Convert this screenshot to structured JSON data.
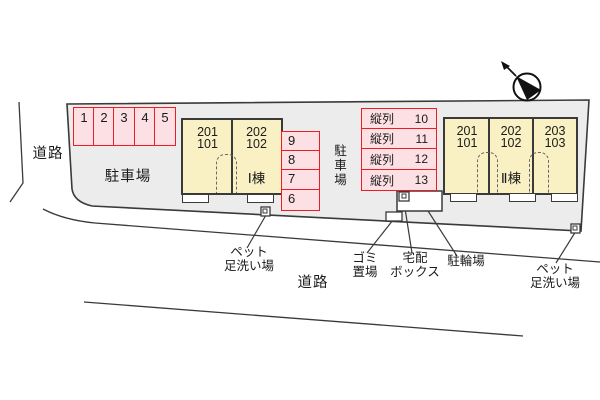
{
  "site": {
    "title": "apartment site plan",
    "roads": {
      "left": "道路",
      "bottom": "道路"
    },
    "parking_lot_label_left": "駐車場",
    "parking_lot_label_middle": "駐車場",
    "front_spaces": [
      "1",
      "2",
      "3",
      "4",
      "5"
    ],
    "column_spaces": [
      "9",
      "8",
      "7",
      "6"
    ],
    "tandem_spaces": [
      {
        "label": "縦列",
        "num": "10"
      },
      {
        "label": "縦列",
        "num": "11"
      },
      {
        "label": "縦列",
        "num": "12"
      },
      {
        "label": "縦列",
        "num": "13"
      }
    ],
    "building1": {
      "name": "Ⅰ棟",
      "units": [
        [
          "201",
          "101"
        ],
        [
          "202",
          "102"
        ]
      ]
    },
    "building2": {
      "name": "Ⅱ棟",
      "units": [
        [
          "201",
          "101"
        ],
        [
          "202",
          "102"
        ],
        [
          "203",
          "103"
        ]
      ]
    },
    "annotations": {
      "pet_wash_left": [
        "ペット",
        "足洗い場"
      ],
      "garbage": [
        "ゴミ",
        "置場"
      ],
      "delivery_box": [
        "宅配",
        "ボックス"
      ],
      "bicycle": "駐輪場",
      "pet_wash_right": [
        "ペット",
        "足洗い場"
      ]
    },
    "colors": {
      "plot_fill": "#ECECEC",
      "outline": "#3A3A3A",
      "space_fill": "#FCE0E4",
      "space_border": "#EE1C25",
      "building_fill": "#F9F0C4",
      "background": "#FFFFFF"
    }
  }
}
